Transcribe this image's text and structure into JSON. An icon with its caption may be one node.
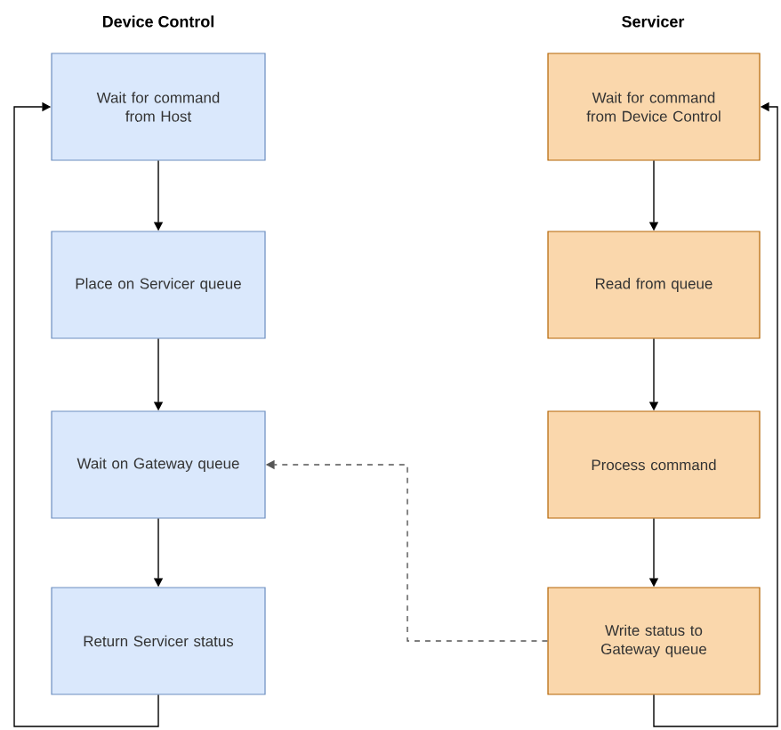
{
  "diagram": {
    "nodes": [
      {
        "text": [
          "Wait for command from Host"
        ]
      },
      {
        "text": [
          "Place on Servicer queue"
        ]
      },
      {
        "text": [
          "Wait on Gateway queue"
        ]
      },
      {
        "text": [
          "Return Servicer status"
        ]
      },
      {
        "text": [
          "Wait for command from Device Control"
        ]
      },
      {
        "text": [
          "Read from queue"
        ]
      },
      {
        "text": [
          "Process command"
        ]
      },
      {
        "text": [
          "Write status to Gateway queue"
        ]
      }
    ],
    "edges": [
      {
        "from": 0,
        "to": 1,
        "arrow": "to"
      },
      {
        "from": 1,
        "to": 2,
        "arrow": "to"
      },
      {
        "from": 2,
        "to": 3,
        "arrow": "to"
      },
      {
        "from": 3,
        "to": 0,
        "arrow": "to"
      },
      {
        "from": 4,
        "to": 5,
        "arrow": "to"
      },
      {
        "from": 5,
        "to": 6,
        "arrow": "to"
      },
      {
        "from": 6,
        "to": 7,
        "arrow": "to"
      },
      {
        "from": 7,
        "to": 4,
        "arrow": "to"
      },
      {
        "from": 7,
        "to": 2,
        "arrow": "to",
        "style": "dashed"
      }
    ],
    "labels": [
      "Device Control",
      "Servicer"
    ]
  }
}
